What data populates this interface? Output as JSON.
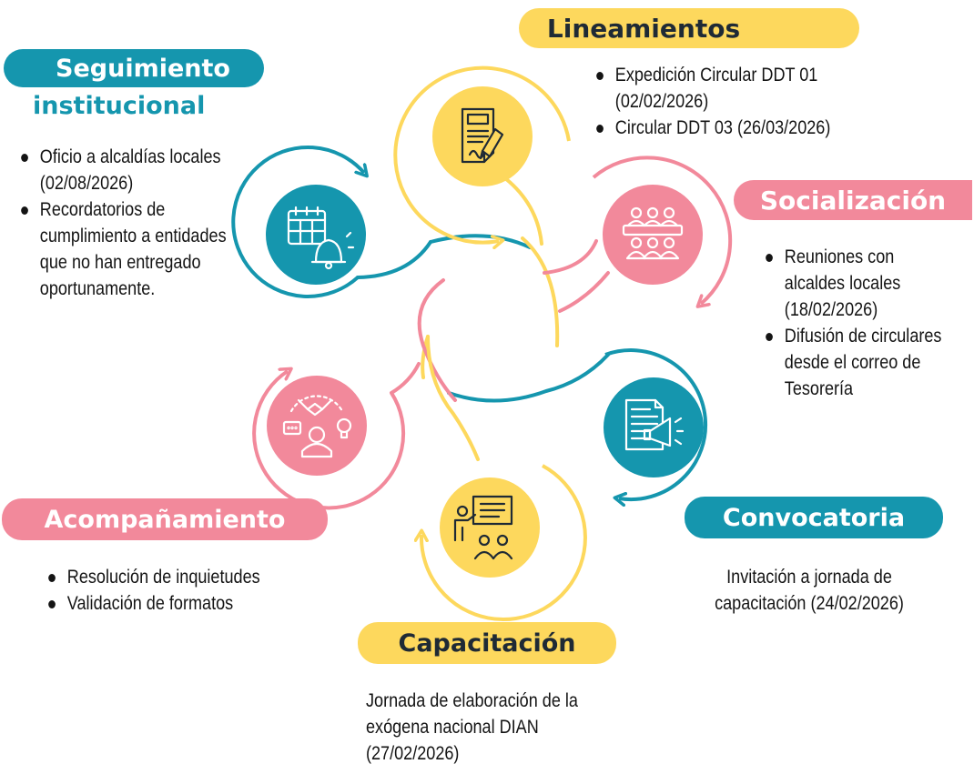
{
  "stages": {
    "lineamientos": {
      "title": "Lineamientos",
      "items": [
        "Expedición Circular DDT 01 (02/02/2026)",
        " Circular DDT 03 (26/03/2026)"
      ],
      "icon": "document-signature-icon",
      "color": "#fdd85d"
    },
    "seguimiento": {
      "title_line1": "Seguimiento",
      "title_line2": "institucional",
      "items": [
        "Oficio a alcaldías locales (02/08/2026)",
        "Recordatorios de cumplimiento a entidades que no han entregado oportunamente."
      ],
      "icon": "calendar-bell-icon",
      "color": "#1596ae"
    },
    "socializacion": {
      "title": "Socialización",
      "items": [
        "Reuniones con alcaldes locales (18/02/2026)",
        " Difusión de circulares desde el correo de Tesorería"
      ],
      "icon": "meeting-icon",
      "color": "#f2899b"
    },
    "acompanamiento": {
      "title": "Acompañamiento",
      "items": [
        "Resolución de inquietudes",
        "Validación de formatos"
      ],
      "icon": "support-handshake-icon",
      "color": "#f2899b"
    },
    "convocatoria": {
      "title": "Convocatoria",
      "text": "Invitación a jornada de capacitación (24/02/2026)",
      "icon": "document-megaphone-icon",
      "color": "#1596ae"
    },
    "capacitacion": {
      "title": "Capacitación",
      "text": "Jornada de elaboración de la exógena nacional DIAN (27/02/2026)",
      "icon": "presentation-icon",
      "color": "#fdd85d"
    }
  }
}
